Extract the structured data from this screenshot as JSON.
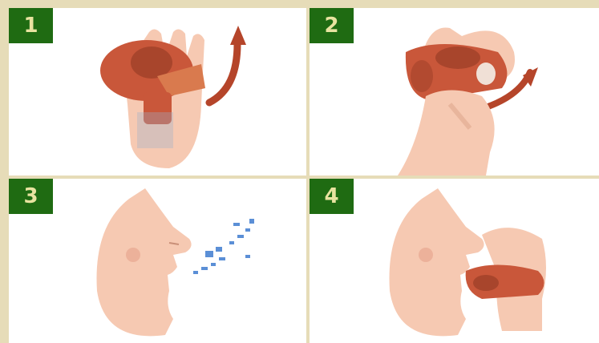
{
  "steps": [
    {
      "number": "1"
    },
    {
      "number": "2"
    },
    {
      "number": "3"
    },
    {
      "number": "4"
    }
  ],
  "colors": {
    "badge": "#1f6b12",
    "badge_text": "#e8e3a0",
    "skin": "#f6c9b2",
    "inhaler": "#c9573a",
    "breath": "#5b8fd6",
    "border": "#e6dcb8"
  }
}
